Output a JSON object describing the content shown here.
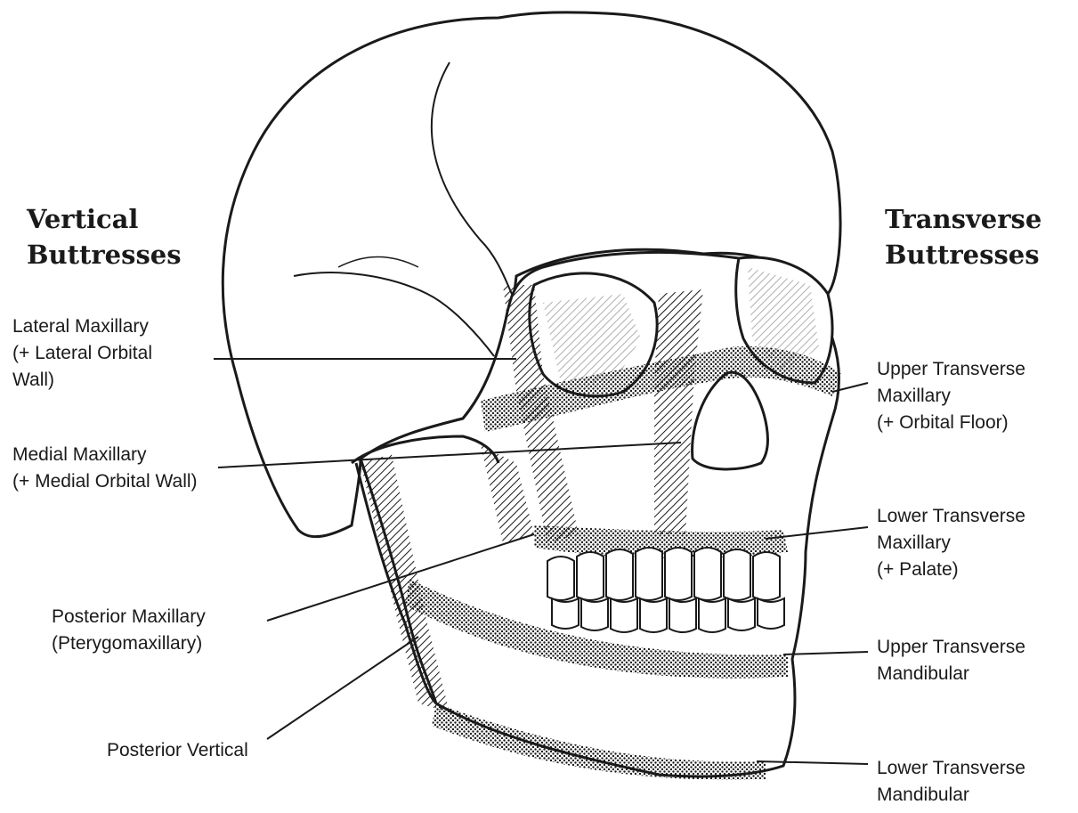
{
  "headings": {
    "vertical": [
      "Vertical",
      "Buttresses"
    ],
    "transverse": [
      "Transverse",
      "Buttresses"
    ]
  },
  "labels": {
    "lateral_maxillary": [
      "Lateral Maxillary",
      "(+ Lateral Orbital",
      "Wall)"
    ],
    "medial_maxillary": [
      "Medial Maxillary",
      "(+ Medial Orbital Wall)"
    ],
    "posterior_maxillary": [
      "Posterior Maxillary",
      "(Pterygomaxillary)"
    ],
    "posterior_vertical": [
      "Posterior Vertical"
    ],
    "upper_transverse_maxillary": [
      "Upper Transverse",
      "Maxillary",
      "(+ Orbital Floor)"
    ],
    "lower_transverse_maxillary": [
      "Lower Transverse",
      "Maxillary",
      "(+ Palate)"
    ],
    "upper_transverse_mandibular": [
      "Upper Transverse",
      "Mandibular"
    ],
    "lower_transverse_mandibular": [
      "Lower Transverse",
      "Mandibular"
    ]
  },
  "colors": {
    "ink": "#1a1a1a",
    "background": "#ffffff"
  }
}
